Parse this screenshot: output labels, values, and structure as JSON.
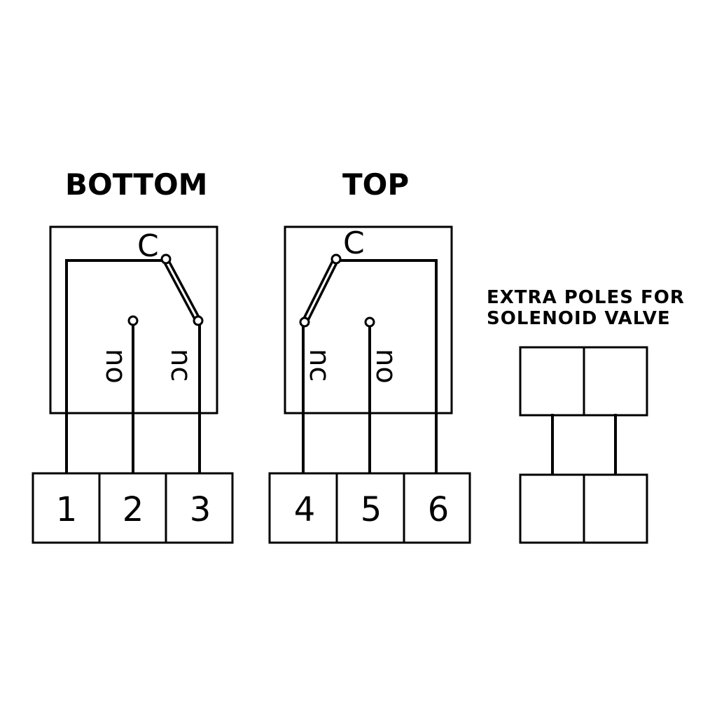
{
  "diagram": {
    "bottom": {
      "title": "BOTTOM",
      "common_label": "C",
      "contact_labels": [
        "no",
        "nc"
      ],
      "terminals": [
        "1",
        "2",
        "3"
      ]
    },
    "top": {
      "title": "TOP",
      "common_label": "C",
      "contact_labels": [
        "nc",
        "no"
      ],
      "terminals": [
        "4",
        "5",
        "6"
      ]
    },
    "extra": {
      "label_line1": "EXTRA POLES FOR",
      "label_line2": "SOLENOID VALVE"
    },
    "colors": {
      "line": "#000000",
      "background": "#ffffff"
    }
  }
}
